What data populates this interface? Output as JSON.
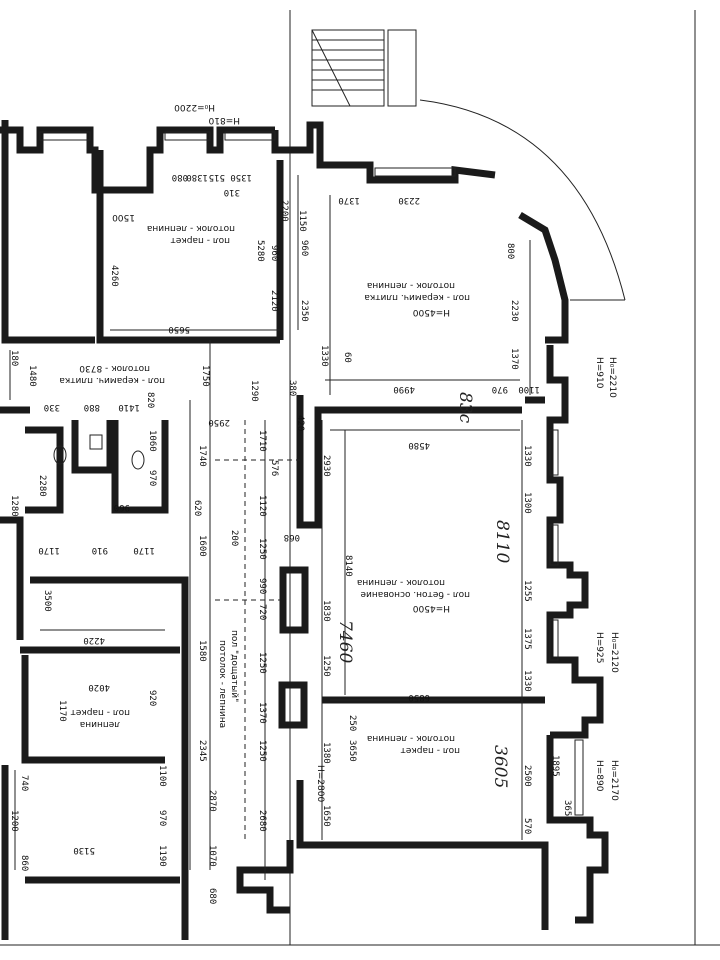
{
  "rooms": {
    "hall_top": {
      "height": "H=4500",
      "floor": "пол - керамич. плитка",
      "ceiling": "потолок - лепнина"
    },
    "hall_mid": {
      "height": "H=4500",
      "floor": "пол - бетон. основание",
      "ceiling": "потолок - лепнина"
    },
    "office_left": {
      "floor": "пол - паркет",
      "ceiling": "потолок - лепнина",
      "height_note": "1500"
    },
    "corridor": {
      "floor": "пол - керамич. плитка",
      "ceiling": "потолок - 8730"
    },
    "bottom_right": {
      "floor": "пол - паркет",
      "ceiling": "потолок - лепнина"
    },
    "bottom_left": {
      "floor": "пол - паркет",
      "ceiling": "лепнина"
    },
    "center_strip": {
      "floor": "пол \"дощатый\"",
      "ceiling": "потолок - лепнина"
    }
  },
  "heights": {
    "h1": "H₀=2200",
    "h2": "H=810",
    "h3": "H₀=2210",
    "h4": "H=910",
    "h5": "H₀=2120",
    "h6": "H=925",
    "h7": "H₀=2170",
    "h8": "H=890",
    "h9": "H=2800"
  },
  "handwritten": {
    "a": "8110",
    "b": "7460",
    "c": "3605",
    "d": "83c"
  },
  "dims": {
    "d1": "310",
    "d2": "1350",
    "d3": "515",
    "d4": "1380",
    "d5": "080",
    "d6": "2200",
    "d7": "1150",
    "d8": "1370",
    "d9": "2230",
    "d10": "5280",
    "d11": "960",
    "d12": "2120",
    "d13": "960",
    "d14": "2350",
    "d15": "4260",
    "d16": "5650",
    "d17": "800",
    "d18": "2230",
    "d19": "1370",
    "d20": "1330",
    "d21": "4990",
    "d22": "970",
    "d23": "1100",
    "d24": "4580",
    "d25": "1480",
    "d26": "180",
    "d27": "1750",
    "d28": "2950",
    "d29": "1710",
    "d30": "1120",
    "d31": "1250",
    "d32": "990",
    "d33": "720",
    "d34": "1250",
    "d35": "1370",
    "d36": "1250",
    "d37": "2680",
    "d38": "2930",
    "d39": "8140",
    "d40": "1830",
    "d41": "1250",
    "d42": "1380",
    "d43": "1650",
    "d44": "3650",
    "d45": "250",
    "d46": "1330",
    "d47": "1300",
    "d48": "1255",
    "d49": "1375",
    "d50": "1330",
    "d51": "2500",
    "d52": "570",
    "d53": "6850",
    "d54": "1895",
    "d55": "365",
    "d56": "3500",
    "d57": "4220",
    "d58": "4020",
    "d59": "1170",
    "d60": "910",
    "d61": "1170",
    "d62": "2280",
    "d63": "1600",
    "d64": "1280",
    "d65": "1740",
    "d66": "5130",
    "d67": "1170",
    "d68": "920",
    "d69": "1580",
    "d70": "2345",
    "d71": "1100",
    "d72": "970",
    "d73": "1190",
    "d74": "860",
    "d75": "2870",
    "d76": "1070",
    "d77": "680",
    "d78": "740",
    "d79": "1200",
    "d80": "1060",
    "d81": "820",
    "d82": "420",
    "d83": "330",
    "d84": "620",
    "d85": "1410",
    "d86": "880",
    "d87": "960",
    "d88": "200",
    "d89": "576",
    "d90": "068",
    "d91": "380",
    "d92": "60",
    "d93": "1290",
    "d94": "970"
  }
}
